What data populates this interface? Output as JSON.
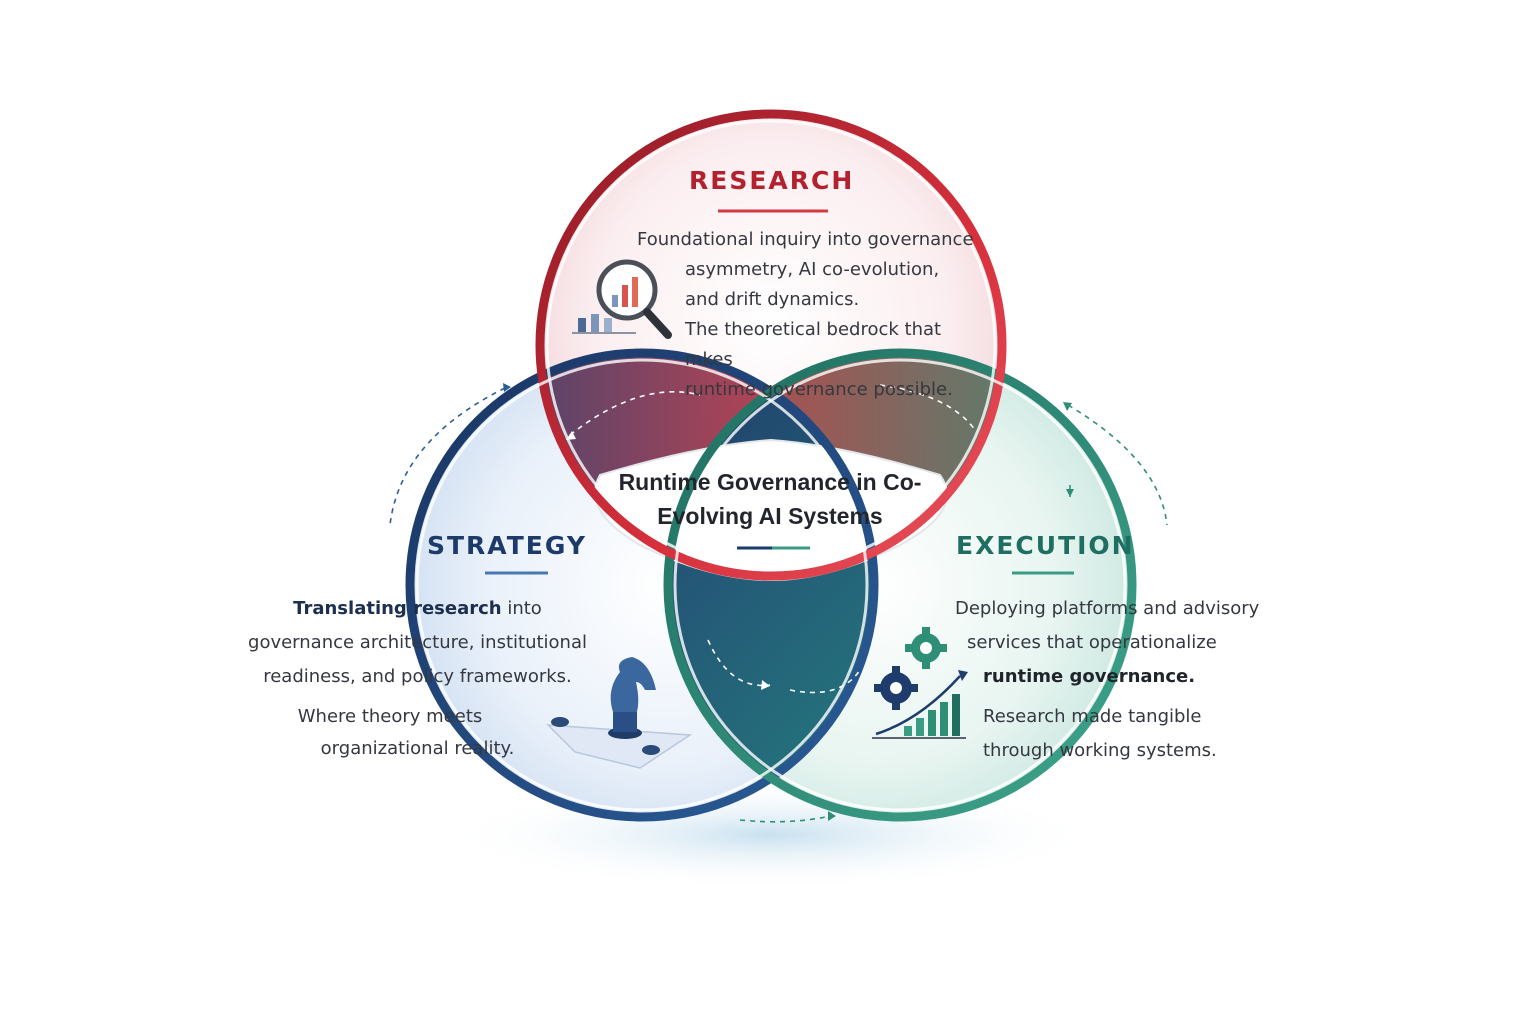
{
  "center": {
    "title_line1": "Runtime Governance in Co-",
    "title_line2": "Evolving AI Systems"
  },
  "research": {
    "heading": "RESEARCH",
    "color": "#b3202e",
    "icon": "magnifier-chart-icon",
    "lines": [
      "Foundational inquiry into governance",
      "asymmetry, AI co-evolution,",
      "and drift dynamics.",
      "The theoretical bedrock that mkes",
      "runtime governance possible."
    ]
  },
  "strategy": {
    "heading": "STRATEGY",
    "color": "#1d3b6a",
    "icon": "chess-knight-icon",
    "line1_bold": "Translating research",
    "line1_rest": " into",
    "lines": [
      "governance architecture, institutional",
      "readiness, and policy frameworks.",
      "Where theory meets",
      "organizational reality."
    ]
  },
  "execution": {
    "heading": "EXECUTION",
    "color": "#1f6e62",
    "icon": "gears-growth-chart-icon",
    "lines": [
      "Deploying platforms and advisory",
      "services that operationalize"
    ],
    "bold_line": "runtime governance.",
    "tail_lines": [
      "Research made tangible",
      "through working systems."
    ]
  }
}
